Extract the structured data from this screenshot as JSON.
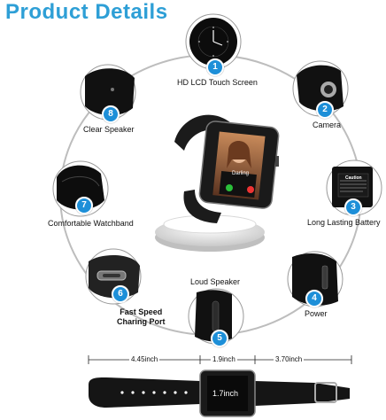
{
  "title": "Product Details",
  "features": [
    {
      "num": "1",
      "label": "HD LCD Touch Screen"
    },
    {
      "num": "2",
      "label": "Camera"
    },
    {
      "num": "3",
      "label": "Long Lasting Battery"
    },
    {
      "num": "4",
      "label": "Power"
    },
    {
      "num": "5",
      "label": "Loud Speaker"
    },
    {
      "num": "6",
      "label": "Fast Speed Charing Port",
      "line1": "Fast Speed",
      "line2": "Charing Port"
    },
    {
      "num": "7",
      "label": "Comfortable  Watchband"
    },
    {
      "num": "8",
      "label": "Clear Speaker"
    }
  ],
  "watch_screen": {
    "caller": "Darling"
  },
  "battery_caution": "Caution",
  "dimensions": {
    "band_left": "4.45inch",
    "face_width": "1.9inch",
    "band_right": "3.70inch",
    "face_height": "1.7inch"
  },
  "colors": {
    "accent": "#1d8fd8",
    "title": "#2e9fd6"
  }
}
